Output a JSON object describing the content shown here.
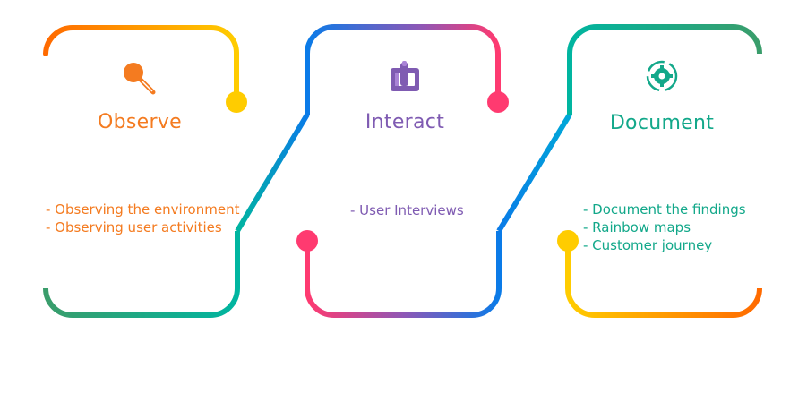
{
  "stages": [
    {
      "title": "Observe",
      "icon": "magnifier-icon",
      "color": "#f47b20",
      "items": [
        "- Observing the environment",
        "- Observing user activities"
      ]
    },
    {
      "title": "Interact",
      "icon": "interaction-icon",
      "color": "#7f5bb2",
      "items": [
        "- User Interviews"
      ]
    },
    {
      "title": "Document",
      "icon": "gear-cycle-icon",
      "color": "#13a88a",
      "items": [
        "- Document the findings",
        "- Rainbow maps",
        "- Customer journey"
      ]
    }
  ],
  "colors": {
    "orange": "#ff6a00",
    "yellow": "#ffcc00",
    "teal": "#00b5a0",
    "green": "#3a9d6b",
    "blue": "#0a7be8",
    "cyan": "#00a8d8",
    "purple": "#8f57b5",
    "pink": "#ff3a70"
  }
}
